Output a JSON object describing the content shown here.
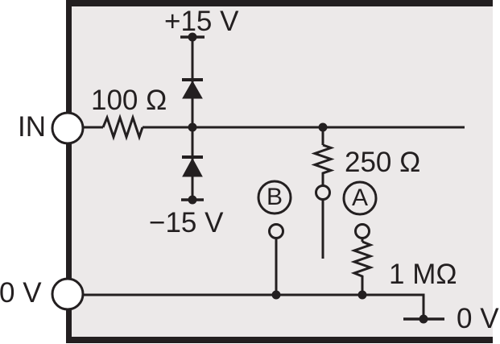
{
  "figure": {
    "type": "circuit-schematic"
  },
  "labels": {
    "in_terminal": "IN",
    "zero_v_left": "0 V",
    "supply_positive": "+15 V",
    "supply_negative": "−15 V",
    "resistor_input": "100 Ω",
    "resistor_series": "250 Ω",
    "resistor_shunt": "1 MΩ",
    "zero_v_right": "0 V",
    "probe_b": "B",
    "probe_a": "A"
  },
  "components": {
    "resistors": [
      {
        "name": "input-resistor",
        "value": "100 Ω"
      },
      {
        "name": "series-resistor",
        "value": "250 Ω"
      },
      {
        "name": "shunt-resistor",
        "value": "1 MΩ"
      }
    ],
    "diodes": [
      {
        "name": "clamp-diode-top",
        "connects_to": "+15 V"
      },
      {
        "name": "clamp-diode-bottom",
        "connects_to": "−15 V"
      }
    ],
    "terminals": [
      "IN",
      "0 V",
      "+15 V",
      "−15 V",
      "0 V"
    ],
    "probe_points": [
      "B",
      "A"
    ]
  },
  "colors": {
    "page_background": "#ffffff",
    "panel_background": "#ece9e9",
    "ink": "#231f20"
  }
}
